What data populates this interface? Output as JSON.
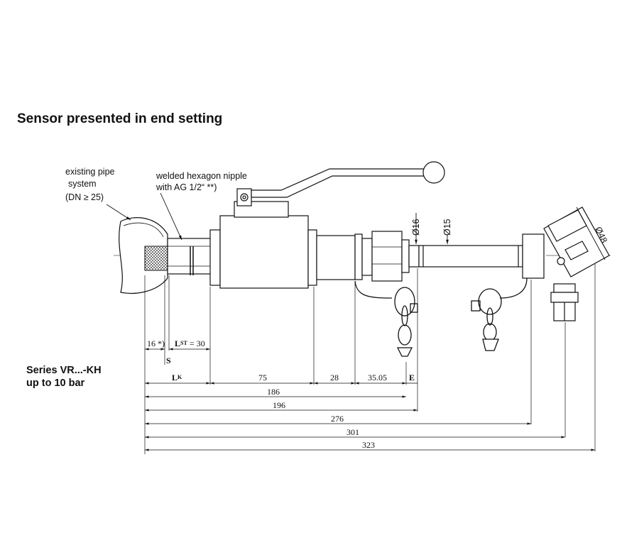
{
  "heading": "Sensor presented in end setting",
  "series": {
    "line1": "Series  VR...-KH",
    "line2": "up to 10 bar"
  },
  "callouts": {
    "pipe_line1": "existing pipe",
    "pipe_line2": "system",
    "pipe_line3": "(DN  ≥ 25)",
    "nipple_line1": "welded hexagon nipple",
    "nipple_line2": "with AG 1/2“  **)"
  },
  "diameters": {
    "d16": "Ø16",
    "d15": "Ø15",
    "d48": "Ø48"
  },
  "dimensions": {
    "d16_note": "16 *)",
    "lst_L": "L",
    "lst_sub": "ST",
    "lst_value": " = 30",
    "s": "S",
    "lk_L": "L",
    "lk_sub": "K",
    "d75": "75",
    "d28": "28",
    "d3505": "35.05",
    "e": "E",
    "d186": "186",
    "d196": "196",
    "d276": "276",
    "d301": "301",
    "d323": "323"
  }
}
